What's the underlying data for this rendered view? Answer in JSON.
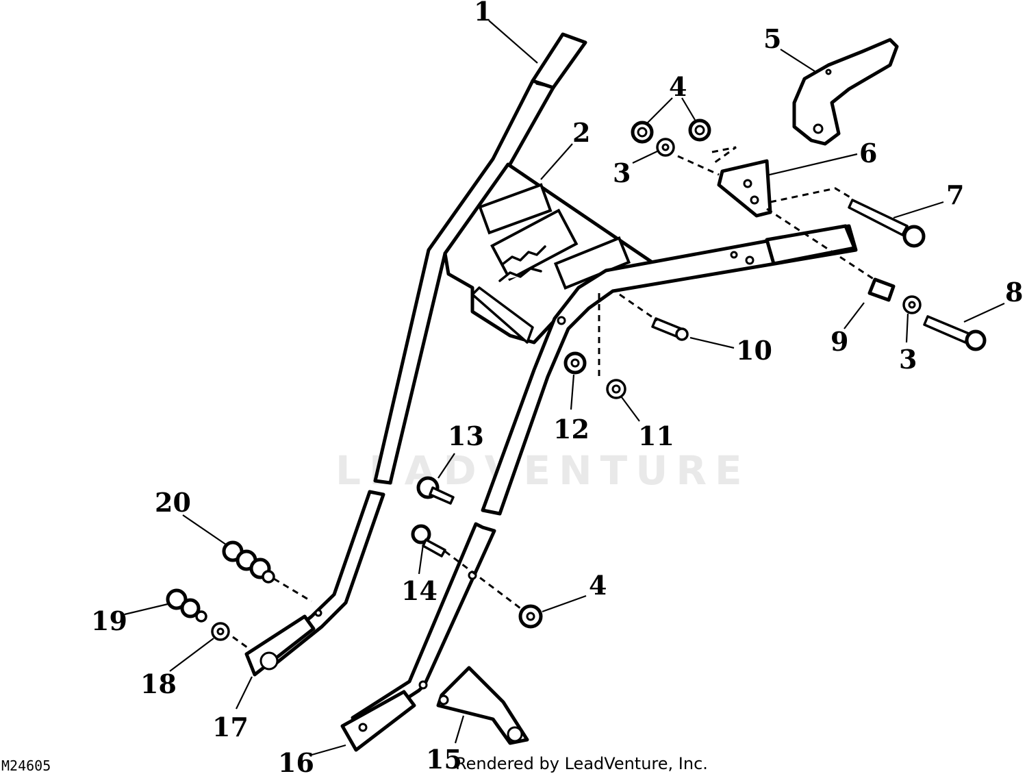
{
  "diagram": {
    "callouts": {
      "c1": "1",
      "c2": "2",
      "c3a": "3",
      "c3b": "3",
      "c4a": "4",
      "c4b": "4",
      "c5": "5",
      "c6": "6",
      "c7": "7",
      "c8": "8",
      "c9": "9",
      "c10": "10",
      "c11": "11",
      "c12": "12",
      "c13": "13",
      "c14": "14",
      "c15": "15",
      "c16": "16",
      "c17": "17",
      "c18": "18",
      "c19": "19",
      "c20": "20"
    },
    "diagram_id": "M24605",
    "credit": "Rendered by LeadVenture, Inc.",
    "watermark": "LEADVENTURE"
  }
}
